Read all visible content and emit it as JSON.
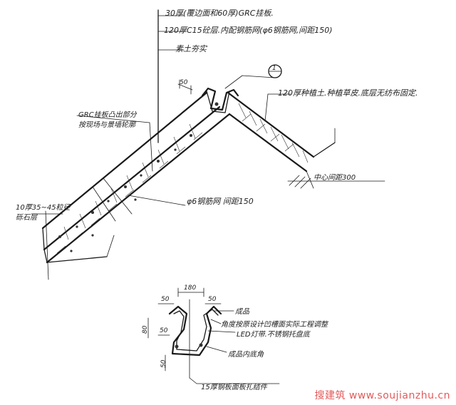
{
  "callouts_top": {
    "line1": "30厚(覆边面和60厚)GRC挂板.",
    "line2": "120厚C15砼层.内配钢筋网(φ6钢筋网,间距150)",
    "line3": "素土夯实"
  },
  "callouts_left": {
    "grc_line1": "GRC挂板凸出部分",
    "grc_line2": "按现场与景墙轮廓",
    "base_line1": "10厚35~45粒径",
    "base_line2": "砾石层"
  },
  "callouts_right": {
    "plant": "120厚种植土.种植草皮.底层无纺布固定.",
    "spacing": "中心间距300"
  },
  "callouts_mid": {
    "rebar": "φ6钢筋网 间距150"
  },
  "dimensions_top": {
    "d50": "50"
  },
  "detail": {
    "dim_top": "180",
    "dim_50_left": "50",
    "dim_50_right": "50",
    "dim_80": "80",
    "dim_50_mid": "50",
    "dim_50_bottom": "50",
    "note1": "成品",
    "note2": "角度按原设计凹槽面实际工程调整",
    "note3": "LED灯带.不锈钢托盘底",
    "note4": "成品内底角",
    "note5": "15厚钢板面板扎结件"
  },
  "section_marker": {
    "label": "1"
  },
  "watermark": {
    "text": "搜建筑 www.soujianzhu.cn"
  },
  "colors": {
    "ink": "#1a1a1a",
    "watermark": "#e45a5a"
  }
}
